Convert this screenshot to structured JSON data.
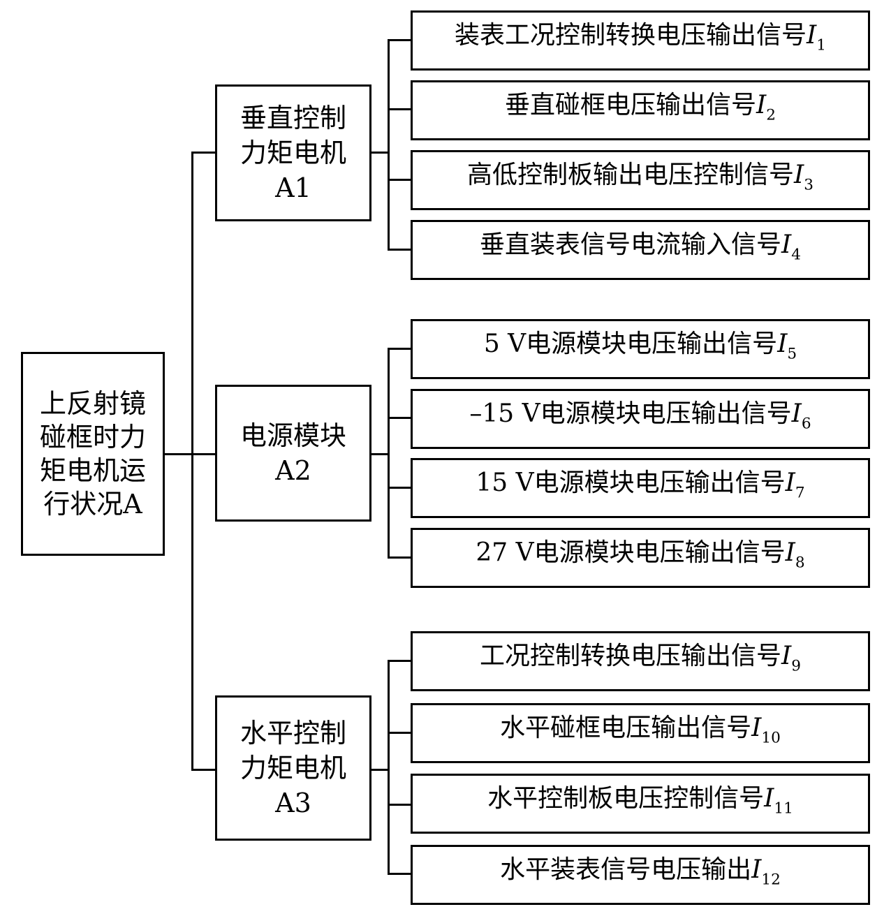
{
  "root": {
    "lines": [
      "上反射镜",
      "碰框时力",
      "矩电机运",
      "行状况A"
    ]
  },
  "modules": [
    {
      "lines": [
        "垂直控制",
        "力矩电机",
        "A1"
      ],
      "signals": [
        {
          "text": "装表工况控制转换电压输出信号",
          "sym": "I",
          "sub": "1"
        },
        {
          "text": "垂直碰框电压输出信号",
          "sym": "I",
          "sub": "2"
        },
        {
          "text": "高低控制板输出电压控制信号",
          "sym": "I",
          "sub": "3"
        },
        {
          "text": "垂直装表信号电流输入信号",
          "sym": "I",
          "sub": "4"
        }
      ]
    },
    {
      "lines": [
        "电源模块",
        "A2"
      ],
      "signals": [
        {
          "text": "5 V电源模块电压输出信号",
          "sym": "I",
          "sub": "5"
        },
        {
          "text": "–15 V电源模块电压输出信号",
          "sym": "I",
          "sub": "6"
        },
        {
          "text": "15 V电源模块电压输出信号",
          "sym": "I",
          "sub": "7"
        },
        {
          "text": "27 V电源模块电压输出信号",
          "sym": "I",
          "sub": "8"
        }
      ]
    },
    {
      "lines": [
        "水平控制",
        "力矩电机",
        "A3"
      ],
      "signals": [
        {
          "text": "工况控制转换电压输出信号",
          "sym": "I",
          "sub": "9"
        },
        {
          "text": "水平碰框电压输出信号",
          "sym": "I",
          "sub": "10"
        },
        {
          "text": "水平控制板电压控制信号",
          "sym": "I",
          "sub": "11"
        },
        {
          "text": "水平装表信号电压输出",
          "sym": "I",
          "sub": "12"
        }
      ]
    }
  ]
}
